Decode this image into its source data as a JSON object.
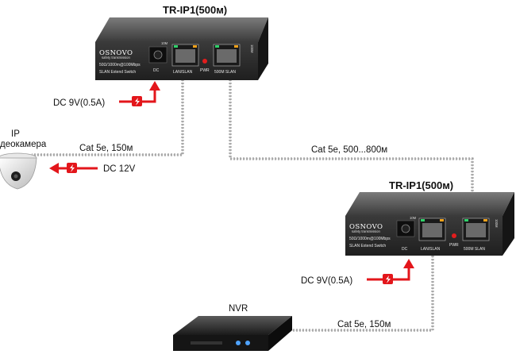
{
  "devices": [
    {
      "title": "TR-IP1(500м)",
      "brand": "OSNOVO",
      "brand_tagline": "safety transmission",
      "spec_line": "50Ω/1000m@100Mbps",
      "subtitle": "SLAN Extend Switch",
      "dc_label": "DC",
      "port1_label": "LAN/SLAN",
      "port2_label": "500M SLAN",
      "pwr_label": "PWR",
      "led_10m": "10M",
      "led_100m": "100M"
    },
    {
      "title": "TR-IP1(500м)",
      "brand": "OSNOVO",
      "brand_tagline": "safety transmission",
      "spec_line": "50Ω/1000m@100Mbps",
      "subtitle": "SLAN Extend Switch",
      "dc_label": "DC",
      "port1_label": "LAN/SLAN",
      "port2_label": "500M SLAN",
      "pwr_label": "PWR",
      "led_10m": "10M",
      "led_100m": "100M"
    }
  ],
  "camera": {
    "label_line1": "IP",
    "label_line2": "деокамера"
  },
  "nvr": {
    "label": "NVR"
  },
  "power": {
    "top_dc": "DC 9V(0.5A)",
    "bottom_dc": "DC 9V(0.5A)",
    "camera_dc": "DC 12V"
  },
  "cables": {
    "to_camera": "Cat 5e, 150м",
    "long": "Cat 5e, 500...800м",
    "to_nvr": "Cat 5e, 150м"
  },
  "colors": {
    "arrow_red": "#e3161b",
    "device_body": "#2b2b2b",
    "led_red": "#e11d1d",
    "port_green": "#2fd36a",
    "port_orange": "#f2a21b"
  }
}
